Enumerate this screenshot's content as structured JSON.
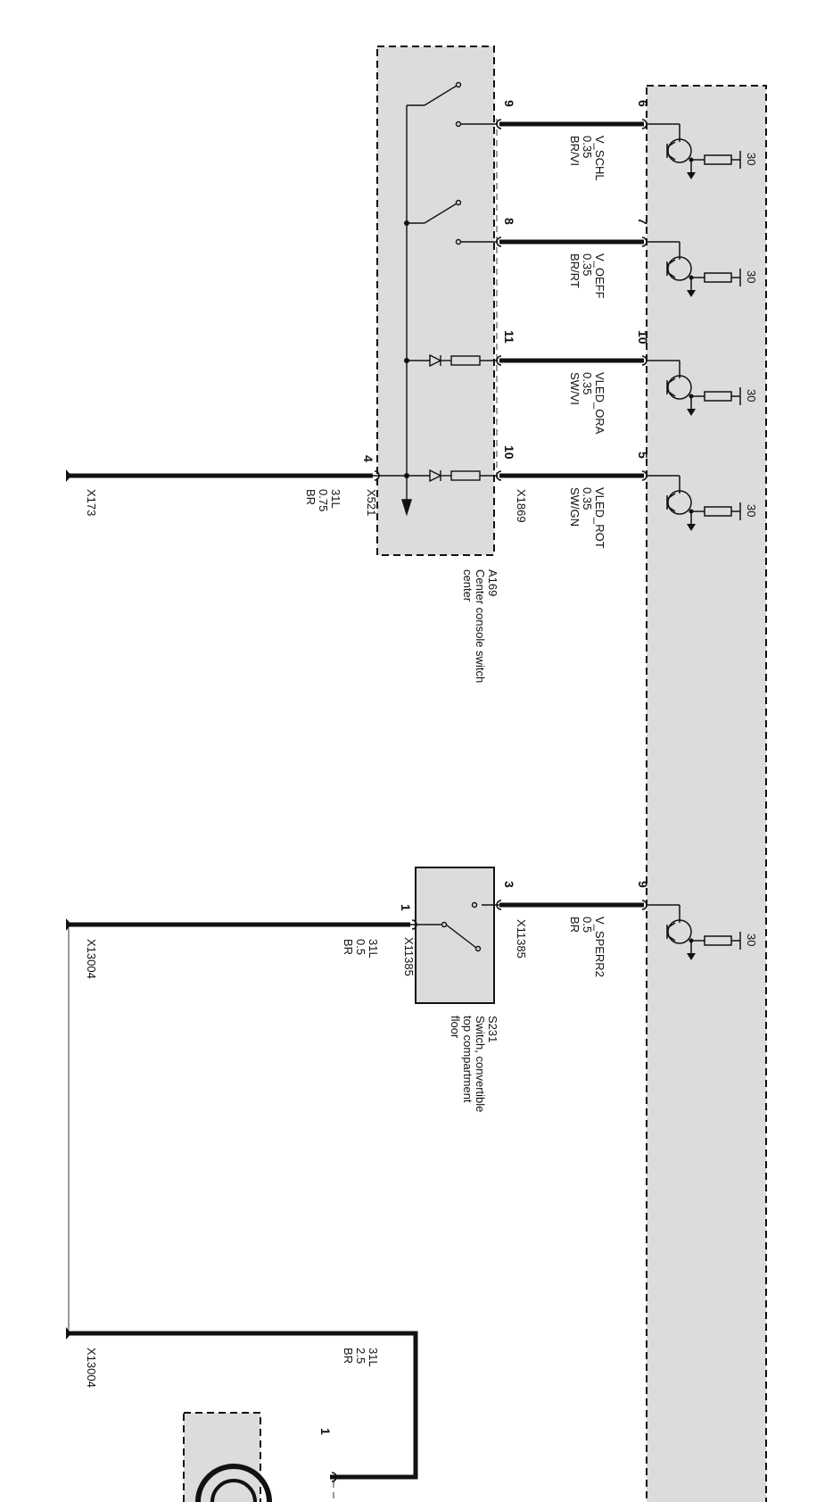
{
  "modules": {
    "a169": {
      "id": "A169",
      "name_lines": [
        "Center console switch",
        "center"
      ]
    },
    "s231": {
      "id": "S231",
      "name_lines": [
        "Switch, convertible",
        "top compartment",
        "floor"
      ]
    }
  },
  "connectors": {
    "x1869": "X1869",
    "x521": "X521",
    "x11385_left": "X11385",
    "x11385_right": "X11385"
  },
  "wires": [
    {
      "signal": "V_SCHL",
      "gauge": "0.35",
      "color": "BR/VI",
      "pin_left": "9",
      "pin_right": "6"
    },
    {
      "signal": "V_OEFF",
      "gauge": "0.35",
      "color": "BR/RT",
      "pin_left": "8",
      "pin_right": "7"
    },
    {
      "signal": "VLED_ORA",
      "gauge": "0.35",
      "color": "SW/VI",
      "pin_left": "11",
      "pin_right": "10"
    },
    {
      "signal": "VLED_ROT",
      "gauge": "0.35",
      "color": "SW/GN",
      "pin_left": "10",
      "pin_right": "5"
    },
    {
      "signal": "V_SPERR2",
      "gauge": "0.5",
      "color": "BR",
      "pin_left": "3",
      "pin_right": "9"
    }
  ],
  "ground_wires": [
    {
      "signal": "31L",
      "gauge": "0.75",
      "color": "BR",
      "pin": "4",
      "ground": "X173"
    },
    {
      "signal": "31L",
      "gauge": "0.5",
      "color": "BR",
      "pin": "1",
      "ground": "X13004"
    },
    {
      "signal": "31L",
      "gauge": "2.5",
      "color": "BR",
      "pin": "1",
      "ground": "X13004"
    }
  ],
  "supply_label": "30",
  "colors": {
    "module_fill": "#dcdcdc",
    "line": "#111111",
    "jumper": "#9a9a9a"
  }
}
